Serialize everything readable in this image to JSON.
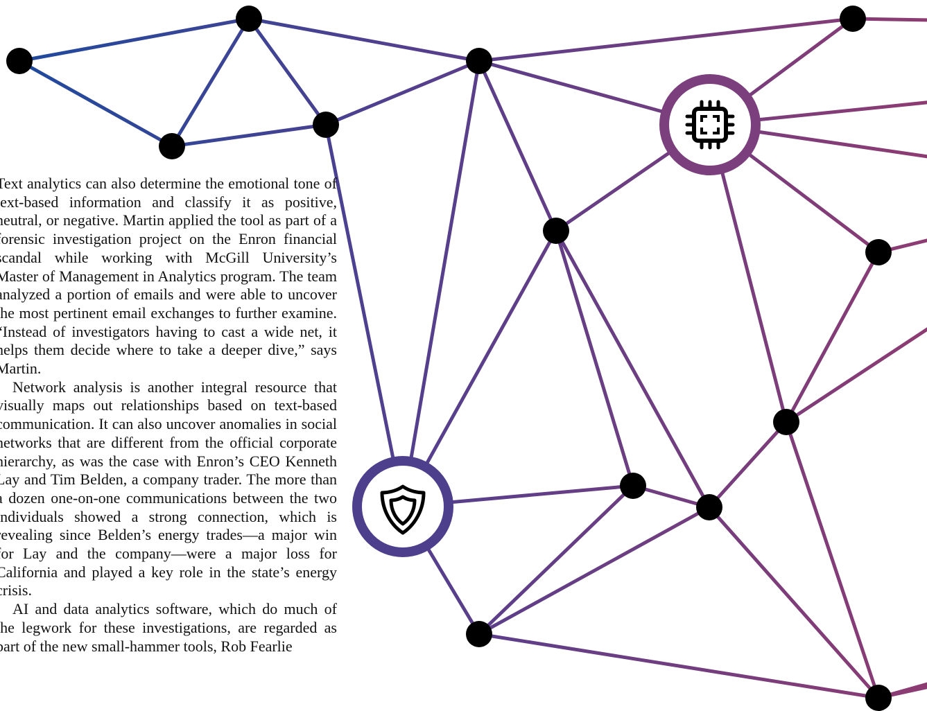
{
  "article": {
    "paragraphs": [
      "Text analytics can also determine the emotional tone of text-based information and classify it as positive, neutral, or negative. Martin applied the tool as part of a forensic investigation project on the Enron financial scandal while working with McGill University’s Master of Management in Analytics program. The team analyzed a portion of emails and were able to uncover the most pertinent email exchanges to further examine. “Instead of investigators having to cast a wide net, it helps them decide where to take a deeper dive,” says Martin.",
      "Network analysis is another integral resource that visually maps out relationships based on text-based communication. It can also uncover anomalies in social networks that are different from the official corporate hierarchy, as was the case with Enron’s CEO Kenneth Lay and Tim Belden, a company trader. The more than a dozen one-on-one communications between the two individuals showed a strong connection, which is revealing since Belden’s energy trades—a major win for Lay and the company—were a major loss for California and played a key role in the state’s energy crisis.",
      "AI and data analytics software, which do much of the legwork for these investigations, are regarded as part of the new small-hammer tools, Rob Fearlie"
    ]
  },
  "icons": {
    "hub_chip": "chip-icon",
    "hub_shield": "shield-icon"
  },
  "colors": {
    "gradient_start": "#1d4a9e",
    "gradient_mid": "#4d3f8f",
    "gradient_end": "#8d3c72",
    "node_fill": "#000000",
    "hub_fill": "#ffffff"
  }
}
